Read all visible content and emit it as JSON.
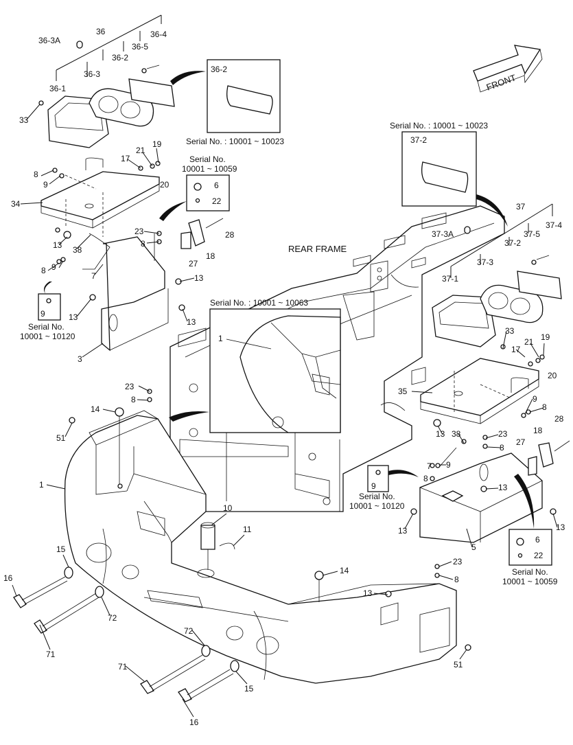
{
  "diagram": {
    "title_frame": "REAR FRAME",
    "arrow_label": "FRONT",
    "insets": [
      {
        "id": "inset-36-2",
        "label": "36-2",
        "serial": "Serial No. : 10001 ~ 10023"
      },
      {
        "id": "inset-37-2",
        "label": "37-2",
        "serial": "Serial No. : 10001 ~ 10023"
      },
      {
        "id": "inset-6-22-left",
        "labels": [
          "6",
          "22"
        ],
        "serial_head": "Serial No.",
        "serial_range": "10001 ~ 10059"
      },
      {
        "id": "inset-6-22-right",
        "labels": [
          "6",
          "22"
        ],
        "serial_head": "Serial No.",
        "serial_range": "10001 ~ 10059"
      },
      {
        "id": "inset-9-left",
        "label": "9",
        "serial_head": "Serial No.",
        "serial_range": "10001 ~ 10120"
      },
      {
        "id": "inset-9-right",
        "label": "9",
        "serial_head": "Serial No.",
        "serial_range": "10001 ~ 10120"
      },
      {
        "id": "inset-1",
        "label": "1",
        "serial": "Serial No. : 10001 ~ 10063"
      }
    ],
    "callouts": {
      "l36": "36",
      "l36_3a": "36-3A",
      "l36_4": "36-4",
      "l36_5": "36-5",
      "l36_2": "36-2",
      "l36_3": "36-3",
      "l36_1": "36-1",
      "l33a": "33",
      "l8a": "8",
      "l9a": "9",
      "l17a": "17",
      "l21a": "21",
      "l19a": "19",
      "l20a": "20",
      "l34": "34",
      "l13a": "13",
      "l38a": "38",
      "l23a": "23",
      "l8b": "8",
      "l28a": "28",
      "l27a": "27",
      "l18a": "18",
      "l8c": "8",
      "l9b": "9",
      "l7a": "7",
      "l13b": "13",
      "l13c": "13",
      "l13d": "13",
      "l3": "3",
      "l37": "37",
      "l37_3a": "37-3A",
      "l37_5": "37-5",
      "l37_4": "37-4",
      "l37_2": "37-2",
      "l37_3": "37-3",
      "l37_1": "37-1",
      "l33b": "33",
      "l17b": "17",
      "l21b": "21",
      "l19b": "19",
      "l20b": "20",
      "l35": "35",
      "l9c": "9",
      "l8d": "8",
      "l28b": "28",
      "l13e": "13",
      "l38b": "38",
      "l23b": "23",
      "l8e": "8",
      "l27b": "27",
      "l18b": "18",
      "l7b": "7",
      "l9d": "9",
      "l8f": "8",
      "l13f": "13",
      "l13g": "13",
      "l13h": "13",
      "l5": "5",
      "l23c": "23",
      "l8g": "8",
      "l14a": "14",
      "l51a": "51",
      "l1": "1",
      "l10": "10",
      "l11": "11",
      "l15a": "15",
      "l16a": "16",
      "l72a": "72",
      "l71a": "71",
      "l14b": "14",
      "l23d": "23",
      "l8h": "8",
      "l13i": "13",
      "l51b": "51",
      "l72b": "72",
      "l71b": "71",
      "l15b": "15",
      "l16b": "16"
    }
  }
}
